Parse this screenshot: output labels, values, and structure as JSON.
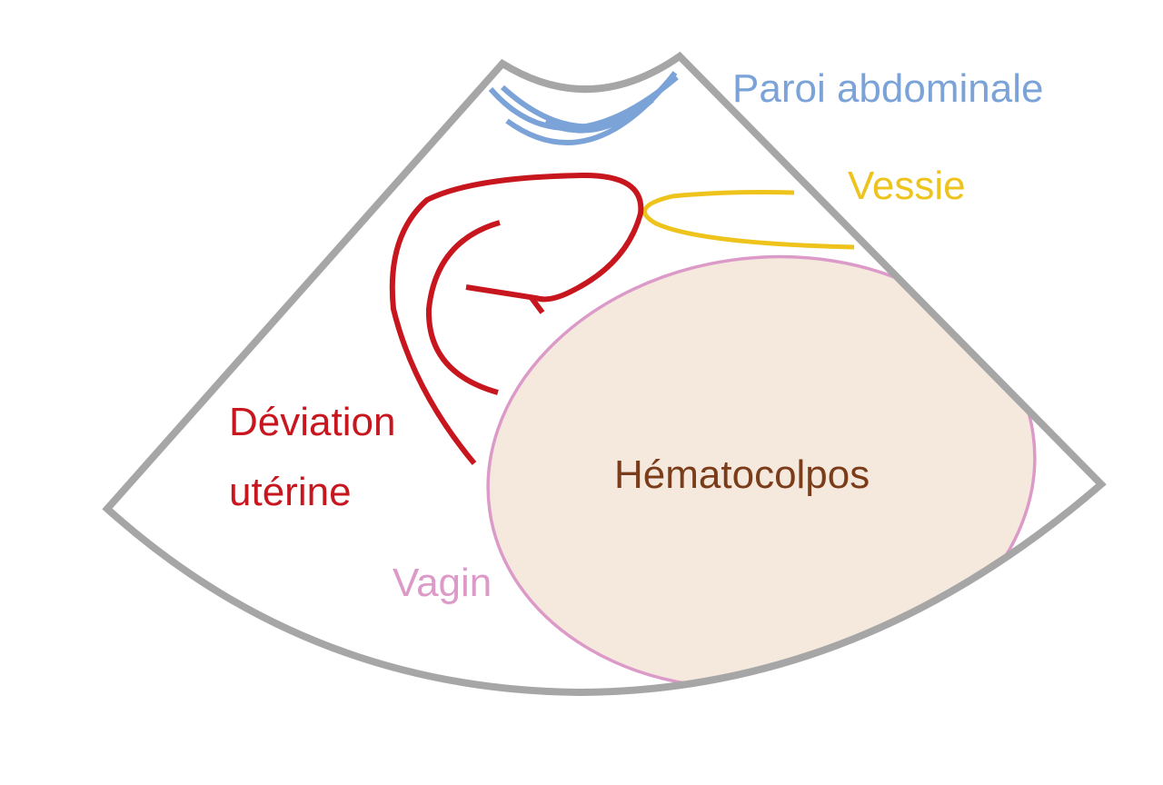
{
  "diagram": {
    "type": "ultrasound-schematic",
    "labels": {
      "abdominal_wall": "Paroi abdominale",
      "bladder": "Vessie",
      "uterine_deviation_line1": "Déviation",
      "uterine_deviation_line2": "utérine",
      "vagina": "Vagin",
      "hematocolpos": "Hématocolpos"
    },
    "colors": {
      "frame": "#a6a6a6",
      "abdominal_wall": "#7ba3d8",
      "bladder": "#eec31c",
      "uterus": "#c8161e",
      "vagina": "#dc9ac8",
      "hematocolpos_fill": "#f5e9de",
      "hematocolpos_text": "#7b3c1a"
    }
  }
}
